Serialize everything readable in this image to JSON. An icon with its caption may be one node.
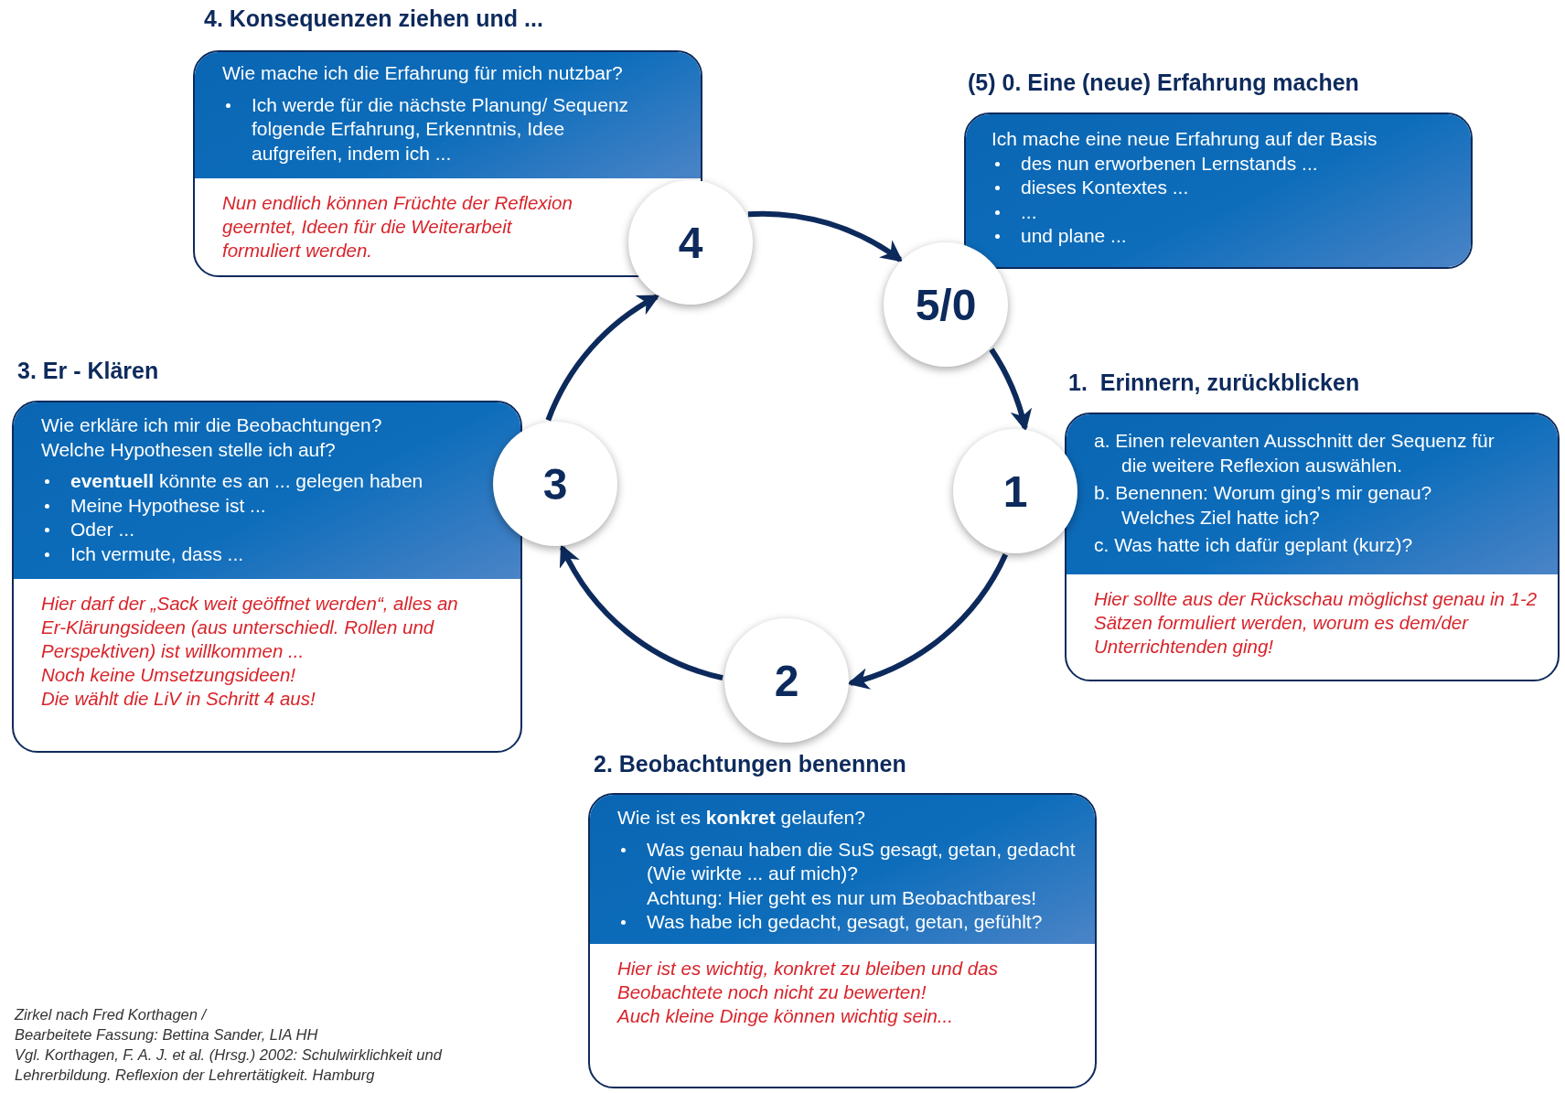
{
  "diagram": {
    "nodes": [
      {
        "text": [
          "4. Konsequenzen ziehen und ...",
          "Wie mache ich die Erfahrung für mich nutzbar?",
          "Ich werde für die nächste Planung/ Sequenz folgende Erfahrung, Erkenntnis, Idee aufgreifen, indem ich ...",
          "Nun endlich können Früchte der Reflexion geerntet, Ideen für die Weiterarbeit formuliert werden."
        ]
      },
      {
        "text": [
          "(5) 0. Eine (neue) Erfahrung machen",
          "Ich mache eine neue Erfahrung auf der Basis",
          "des nun erworbenen Lernstands ...",
          "dieses Kontextes ...",
          "...",
          "und plane ..."
        ]
      },
      {
        "text": [
          "4"
        ]
      },
      {
        "text": [
          "5/0"
        ]
      },
      {
        "text": [
          "3. Er - Klären",
          "Wie erkläre ich mir die Beobachtungen?",
          "Welche Hypothesen stelle ich auf?",
          "**eventuell** könnte es an ... gelegen haben",
          "Meine Hypothese ist ...",
          "Oder ...",
          "Ich vermute, dass ...",
          "Hier darf der „Sack weit geöffnet werden“, alles an Er-Klärungsideen (aus unterschiedl. Rollen und Perspektiven) ist willkommen ...",
          "Noch keine Umsetzungsideen!",
          "Die wählt die LiV in Schritt 4 aus!"
        ]
      },
      {
        "text": [
          "1.  Erinnern, zurückblicken",
          "a. Einen relevanten Ausschnitt der Sequenz für die weitere Reflexion auswählen.",
          "b. Benennen: Worum ging’s mir genau? Welches Ziel hatte ich?",
          "c. Was hatte ich dafür geplant (kurz)?",
          "Hier sollte aus der Rückschau möglichst genau in 1-2 Sätzen formuliert werden, worum es dem/der Unterrichtenden ging!"
        ]
      },
      {
        "text": [
          "3"
        ]
      },
      {
        "text": [
          "1"
        ]
      },
      {
        "text": [
          "2"
        ]
      },
      {
        "text": [
          "2. Beobachtungen benennen",
          "Wie ist es **konkret** gelaufen?",
          "Was genau haben die SuS gesagt, getan, gedacht (Wie wirkte ... auf mich)?",
          "Achtung: Hier geht es nur um Beobachtbares!",
          "Was habe ich gedacht, gesagt, getan, gefühlt?",
          "Hier ist es wichtig, konkret zu bleiben und das Beobachtete noch nicht zu bewerten!",
          "Auch kleine Dinge können  wichtig sein..."
        ]
      }
    ],
    "edges": [
      {
        "from": 2,
        "to": 3,
        "arrow": "to"
      },
      {
        "from": 3,
        "to": 7,
        "arrow": "to"
      },
      {
        "from": 7,
        "to": 8,
        "arrow": "to"
      },
      {
        "from": 8,
        "to": 6,
        "arrow": "to"
      },
      {
        "from": 6,
        "to": 2,
        "arrow": "to"
      }
    ],
    "labels": [
      "Zirkel nach Fred Korthagen /",
      "Bearbeitete Fassung: Bettina Sander, LIA HH",
      "Vgl. Korthagen, F. A. J. et al. (Hrsg.) 2002: Schulwirklichkeit und Lehrerbildung. Reflexion der Lehrertätigkeit. Hamburg"
    ]
  }
}
